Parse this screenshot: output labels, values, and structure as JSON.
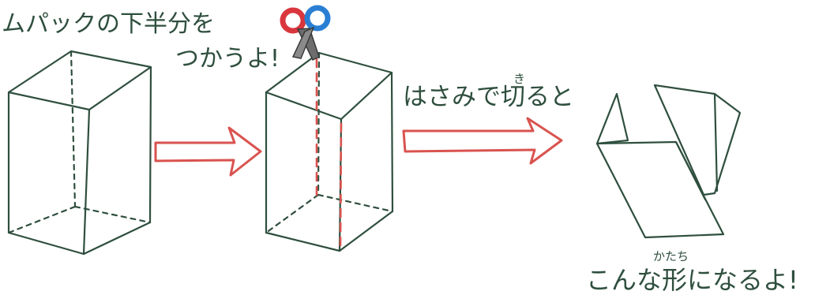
{
  "caption_top_line1": "ムパックの下半分を",
  "caption_top_line2": "つかうよ!",
  "caption_cut": "はさみで切ると",
  "caption_cut_ruby": "き",
  "caption_result": "こんな形になるよ!",
  "caption_result_ruby": "かたち",
  "colors": {
    "ink": "#2f4f3e",
    "arrow": "#d9534f",
    "scissor_red": "#d9363e",
    "scissor_blue": "#2a7fd4",
    "scissor_blade": "#6d6d6d"
  }
}
